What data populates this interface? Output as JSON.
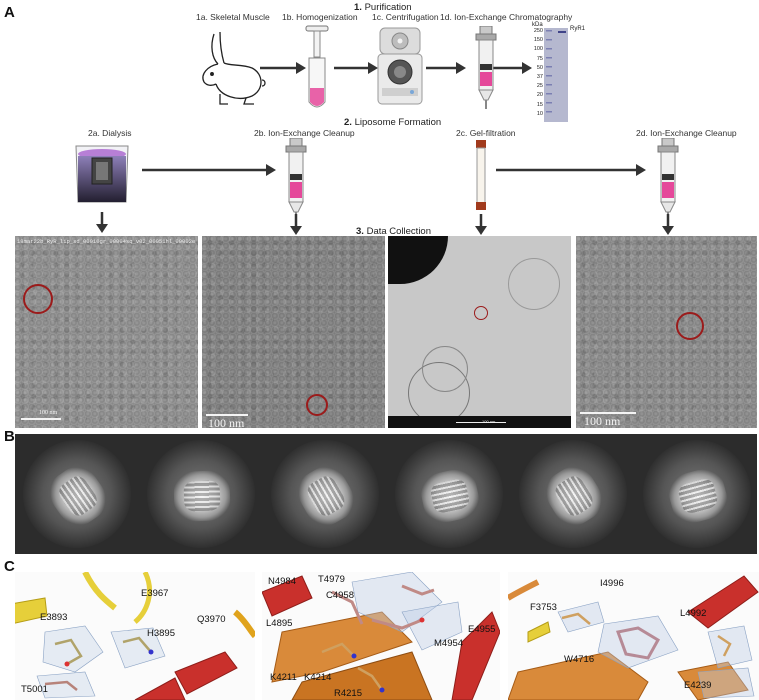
{
  "panels": {
    "a": "A",
    "b": "B",
    "c": "C"
  },
  "purification": {
    "title_num": "1.",
    "title_text": "Purification",
    "steps": {
      "s1a": "1a. Skeletal Muscle",
      "s1b": "1b. Homogenization",
      "s1c": "1c. Centrifugation",
      "s1d": "1d. Ion-Exchange Chromatography"
    },
    "gel": {
      "unit": "kDa",
      "band_label": "RyR1",
      "markers": [
        "250",
        "150",
        "100",
        "75",
        "50",
        "37",
        "25",
        "20",
        "15",
        "10"
      ]
    }
  },
  "liposome": {
    "title_num": "2.",
    "title_text": "Liposome Formation",
    "steps": {
      "s2a": "2a. Dialysis",
      "s2b": "2b. Ion-Exchange Cleanup",
      "s2c": "2c. Gel-filtration",
      "s2d": "2d. Ion-Exchange Cleanup"
    }
  },
  "data_collection": {
    "title_num": "3.",
    "title_text": "Data Collection",
    "micrographs": [
      {
        "header": "18mar22b_RyR_lip_sd_00010gr_00004sq_v02_00051hl_00002e",
        "scale": "100 nm"
      },
      {
        "scale": "100 nm"
      },
      {
        "scale": "100 nm"
      },
      {
        "scale": "100 nm"
      }
    ]
  },
  "structure_labels": {
    "left": [
      "E3967",
      "Q3970",
      "E3893",
      "H3895",
      "T5001"
    ],
    "middle": [
      "T4979",
      "N4984",
      "C4958",
      "L4895",
      "E4955",
      "M4954",
      "K4211",
      "K4214",
      "R4215"
    ],
    "right": [
      "I4996",
      "F3753",
      "L4992",
      "W4716",
      "E4239"
    ]
  },
  "colors": {
    "circle_red": "#9b1b1b",
    "helix_red": "#c9302c",
    "helix_yellow": "#e6cf3a",
    "helix_orange": "#d98a3a",
    "reagent_pink": "#e5489a"
  }
}
